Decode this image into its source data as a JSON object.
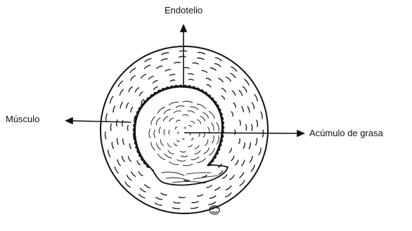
{
  "labels": {
    "endothelium": "Endotelio",
    "muscle": "Músculo",
    "fat_buildup": "Acúmulo de grasa"
  }
}
